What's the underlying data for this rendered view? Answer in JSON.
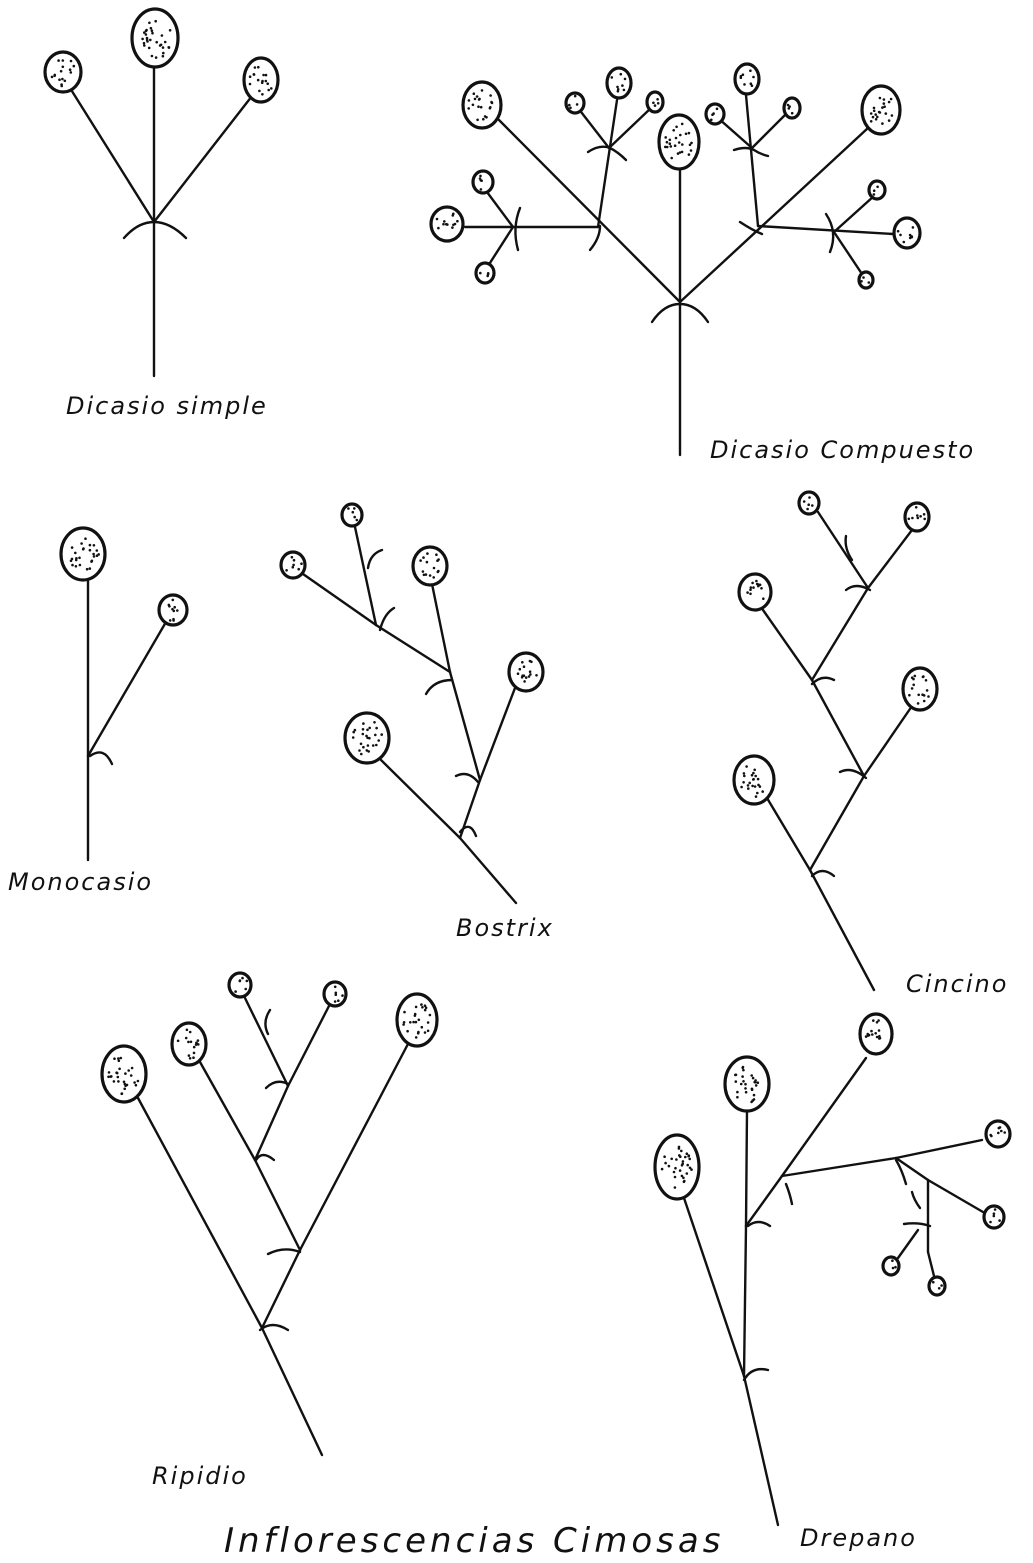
{
  "title": "Inflorescencias Cimosas",
  "labels": {
    "dicasio_simple": "Dicasio simple",
    "dicasio_compuesto": "Dicasio Compuesto",
    "monocasio": "Monocasio",
    "bostrix": "Bostrix",
    "cincino": "Cincino",
    "ripidio": "Ripidio",
    "drepano": "Drepano"
  }
}
